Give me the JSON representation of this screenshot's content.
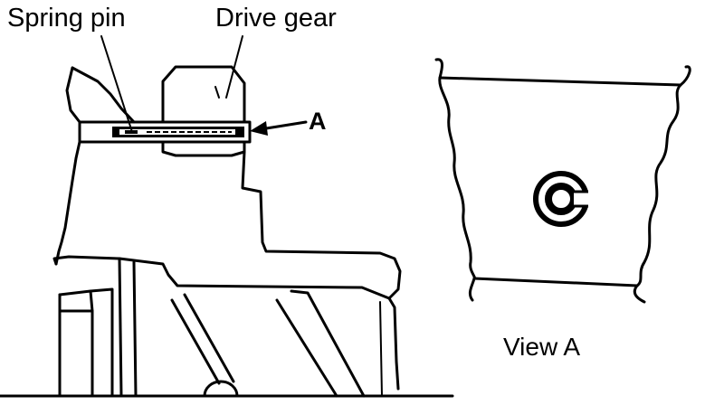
{
  "labels": {
    "spring_pin": "Spring pin",
    "drive_gear": "Drive gear",
    "callout": "A",
    "view": "View A"
  },
  "colors": {
    "line": "#000000",
    "background": "#ffffff"
  },
  "icons": {
    "marking": "c-mark-icon"
  }
}
